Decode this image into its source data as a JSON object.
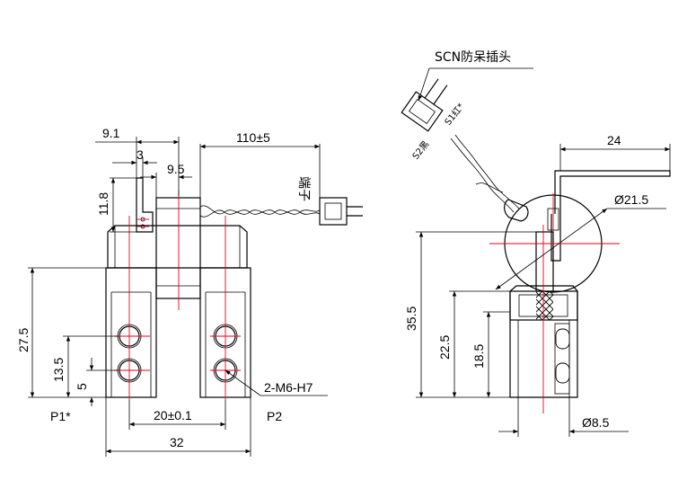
{
  "dimensions": {
    "d_9_1": "9.1",
    "d_3": "3",
    "d_9_5": "9.5",
    "d_110": "110±5",
    "d_11_8": "11.8",
    "d_27_5": "27.5",
    "d_13_5": "13.5",
    "d_5": "5",
    "d_20": "20±0.1",
    "d_32": "32",
    "d_24": "24",
    "d_dia21_5": "Ø21.5",
    "d_35_5": "35.5",
    "d_22_5": "22.5",
    "d_18_5": "18.5",
    "d_dia8_5": "Ø8.5"
  },
  "labels": {
    "hole_spec": "2-M6-H7",
    "port_p1": "P1*",
    "port_p2": "P2",
    "connector_name": "SCN防呆插头",
    "wire_s1": "S1红*",
    "wire_s2": "S2黑",
    "wire_end": "端子"
  }
}
